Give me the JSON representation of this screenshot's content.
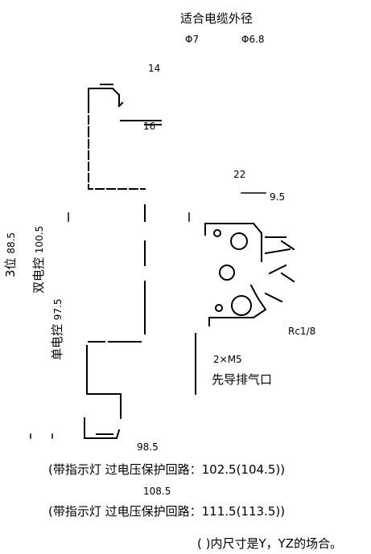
{
  "labels": {
    "cable_od_title": "适合电缆外径",
    "pilot_exhaust": "先导排气口",
    "note_line1": "(带指示灯  过电压保护回路：102.5(104.5))",
    "note_line2": "(带指示灯  过电压保护回路：111.5(113.5))",
    "footnote": "( )内尺寸是Y，YZ的场合。",
    "vertical_3pos": "3位",
    "vertical_double": "双电控",
    "vertical_single": "单电控"
  },
  "dimensions": {
    "pilot_thread": "2×M5",
    "cable_a": "Φ7",
    "cable_b": "Φ6.8",
    "dim_14": "14",
    "dim_16": "16",
    "dim_95": "9.5",
    "dim_22": "22",
    "dim_985": "98.5",
    "dim_1085": "108.5",
    "dim_885": "88.5",
    "dim_1005": "100.5",
    "dim_975": "97.5",
    "port_rc": "Rc1/8"
  },
  "colors": {
    "line": "#000000",
    "background": "#ffffff"
  }
}
